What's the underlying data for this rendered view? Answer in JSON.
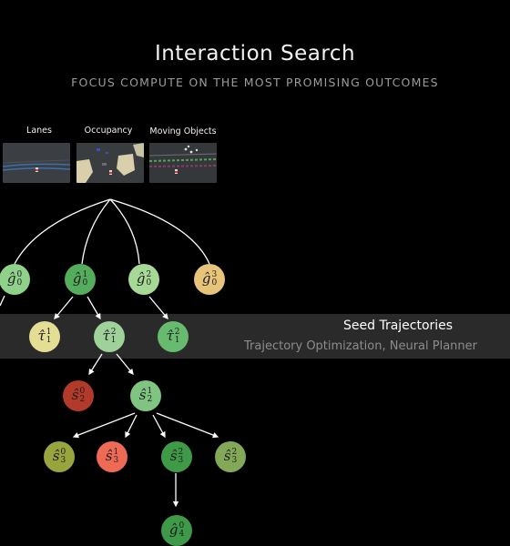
{
  "header": {
    "title": "Interaction Search",
    "subtitle": "FOCUS COMPUTE ON THE MOST PROMISING OUTCOMES"
  },
  "inputs": [
    {
      "label": "Lanes"
    },
    {
      "label": "Occupancy"
    },
    {
      "label": "Moving Objects"
    }
  ],
  "band": {
    "title": "Seed Trajectories",
    "subtitle": "Trajectory Optimization, Neural Planner"
  },
  "nodes": [
    {
      "id": "g0",
      "base": "ĝ",
      "sup": "0",
      "sub": "0",
      "color": "#8fd18a"
    },
    {
      "id": "g1",
      "base": "ĝ",
      "sup": "1",
      "sub": "0",
      "color": "#54ad5c"
    },
    {
      "id": "g2",
      "base": "ĝ",
      "sup": "2",
      "sub": "0",
      "color": "#a6d896"
    },
    {
      "id": "g3",
      "base": "ĝ",
      "sup": "3",
      "sub": "0",
      "color": "#e7c47a"
    },
    {
      "id": "t_left",
      "base": "τ̂",
      "sup": "1",
      "sub": "1",
      "color": "#e4de94"
    },
    {
      "id": "t_mid",
      "base": "τ̂",
      "sup": "2",
      "sub": "1",
      "color": "#9fd29a"
    },
    {
      "id": "t_right",
      "base": "τ̂",
      "sup": "2",
      "sub": "1",
      "color": "#67bb6f"
    },
    {
      "id": "s2_0",
      "base": "ŝ",
      "sup": "0",
      "sub": "2",
      "color": "#b23a2b"
    },
    {
      "id": "s2_1",
      "base": "ŝ",
      "sup": "1",
      "sub": "2",
      "color": "#80c482"
    },
    {
      "id": "s3_0",
      "base": "ŝ",
      "sup": "0",
      "sub": "3",
      "color": "#98a43e"
    },
    {
      "id": "s3_1",
      "base": "ŝ",
      "sup": "1",
      "sub": "3",
      "color": "#ef6a55"
    },
    {
      "id": "s3_2a",
      "base": "ŝ",
      "sup": "2",
      "sub": "3",
      "color": "#3f9a48"
    },
    {
      "id": "s3_2b",
      "base": "ŝ",
      "sup": "2",
      "sub": "3",
      "color": "#83a858"
    },
    {
      "id": "g4",
      "base": "ĝ",
      "sup": "0",
      "sub": "4",
      "color": "#3e9a48"
    }
  ]
}
